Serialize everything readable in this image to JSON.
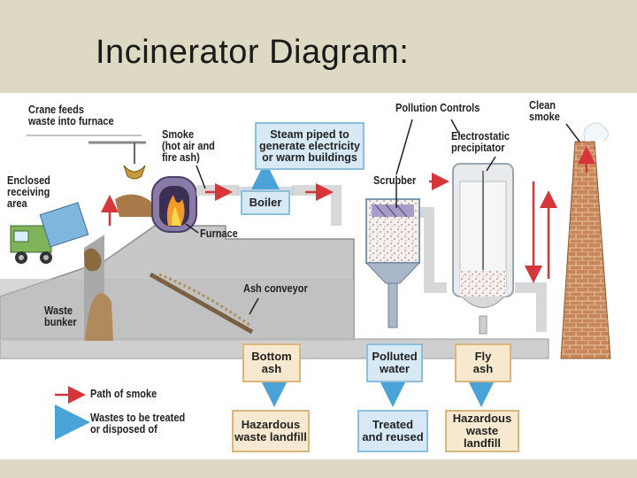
{
  "title": "Incinerator Diagram:",
  "labels": {
    "crane": "Crane feeds\nwaste into furnace",
    "smoke": "Smoke\n(hot air and\nfire ash)",
    "steam": "Steam piped to\ngenerate electricity\nor warm buildings",
    "pollution_controls": "Pollution Controls",
    "clean_smoke": "Clean\nsmoke",
    "esp": "Electrostatic\nprecipitator",
    "enclosed": "Enclosed\nreceiving\narea",
    "scrubber": "Scrubber",
    "boiler": "Boiler",
    "furnace": "Furnace",
    "ash_conveyor": "Ash conveyor",
    "waste_bunker": "Waste\nbunker",
    "bottom_ash": "Bottom\nash",
    "polluted_water": "Polluted\nwater",
    "fly_ash": "Fly\nash",
    "hazardous_1": "Hazardous\nwaste landfill",
    "treated": "Treated\nand reused",
    "hazardous_2": "Hazardous\nwaste landfill"
  },
  "legend": {
    "smoke_path": "Path of smoke",
    "wastes": "Wastes to be treated\nor disposed of"
  },
  "colors": {
    "smoke_arrow": "#d6353a",
    "waste_arrow": "#4aa3d6",
    "ground": "#c9c9c9",
    "chimney_brick": "#c8875a"
  }
}
